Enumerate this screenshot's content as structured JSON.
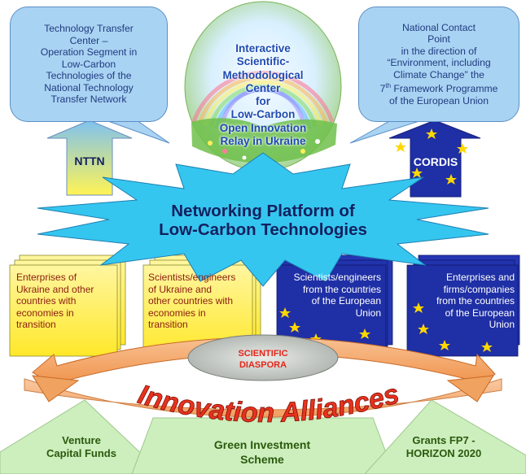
{
  "top_left_box": "Technology Transfer\nCenter –\nOperation Segment in\nLow-Carbon\nTechnologies of the\nNational Technology\nTransfer Network",
  "top_right_box": {
    "line1": "National Contact",
    "line2": "Point",
    "line3": "in the direction of",
    "line4": "“Environment, including",
    "line5": "Climate Change” the",
    "sup_num": "7",
    "sup": "th",
    "line6_rest": " Framework Programme",
    "line7": "of the European Union"
  },
  "center_oval_text": "Interactive\nScientific-\nMethodological\nCenter\nfor\nLow-Carbon\nOpen Innovation\nRelay in Ukraine",
  "arrows": {
    "left": "NTTN",
    "right": "CORDIS"
  },
  "platform": {
    "line1": "Networking Platform of",
    "line2": "Low-Carbon Technologies"
  },
  "cards": [
    "Enterprises of\nUkraine and other\ncountries with\neconomies in\ntransition",
    "Scientists/engineers\nof Ukraine and\nother countries with\neconomies in\ntransition",
    "Scientists/engineers\nfrom the countries\nof the European\nUnion",
    "Enterprises and\nfirms/companies\nfrom the countries\nof the European\nUnion"
  ],
  "diaspora": {
    "line1": "SCIENTIFIC",
    "line2": "DIASPORA"
  },
  "alliances": "Innovation Alliances",
  "funds": {
    "left": "Venture\nCapital Funds",
    "center": "Green Investment\nScheme",
    "right": "Grants FP7 -\nHORIZON 2020"
  },
  "colors": {
    "bubble": "#a9d3f2",
    "platform_star": "#35c6f0",
    "card_yellow": "#fff25a",
    "eu_blue": "#1f2fa5",
    "eu_star": "#ffd700",
    "alliance_orange": "#f4a664",
    "funds_green": "#cdeebd",
    "diaspora_gray": "#c4c8c4"
  }
}
